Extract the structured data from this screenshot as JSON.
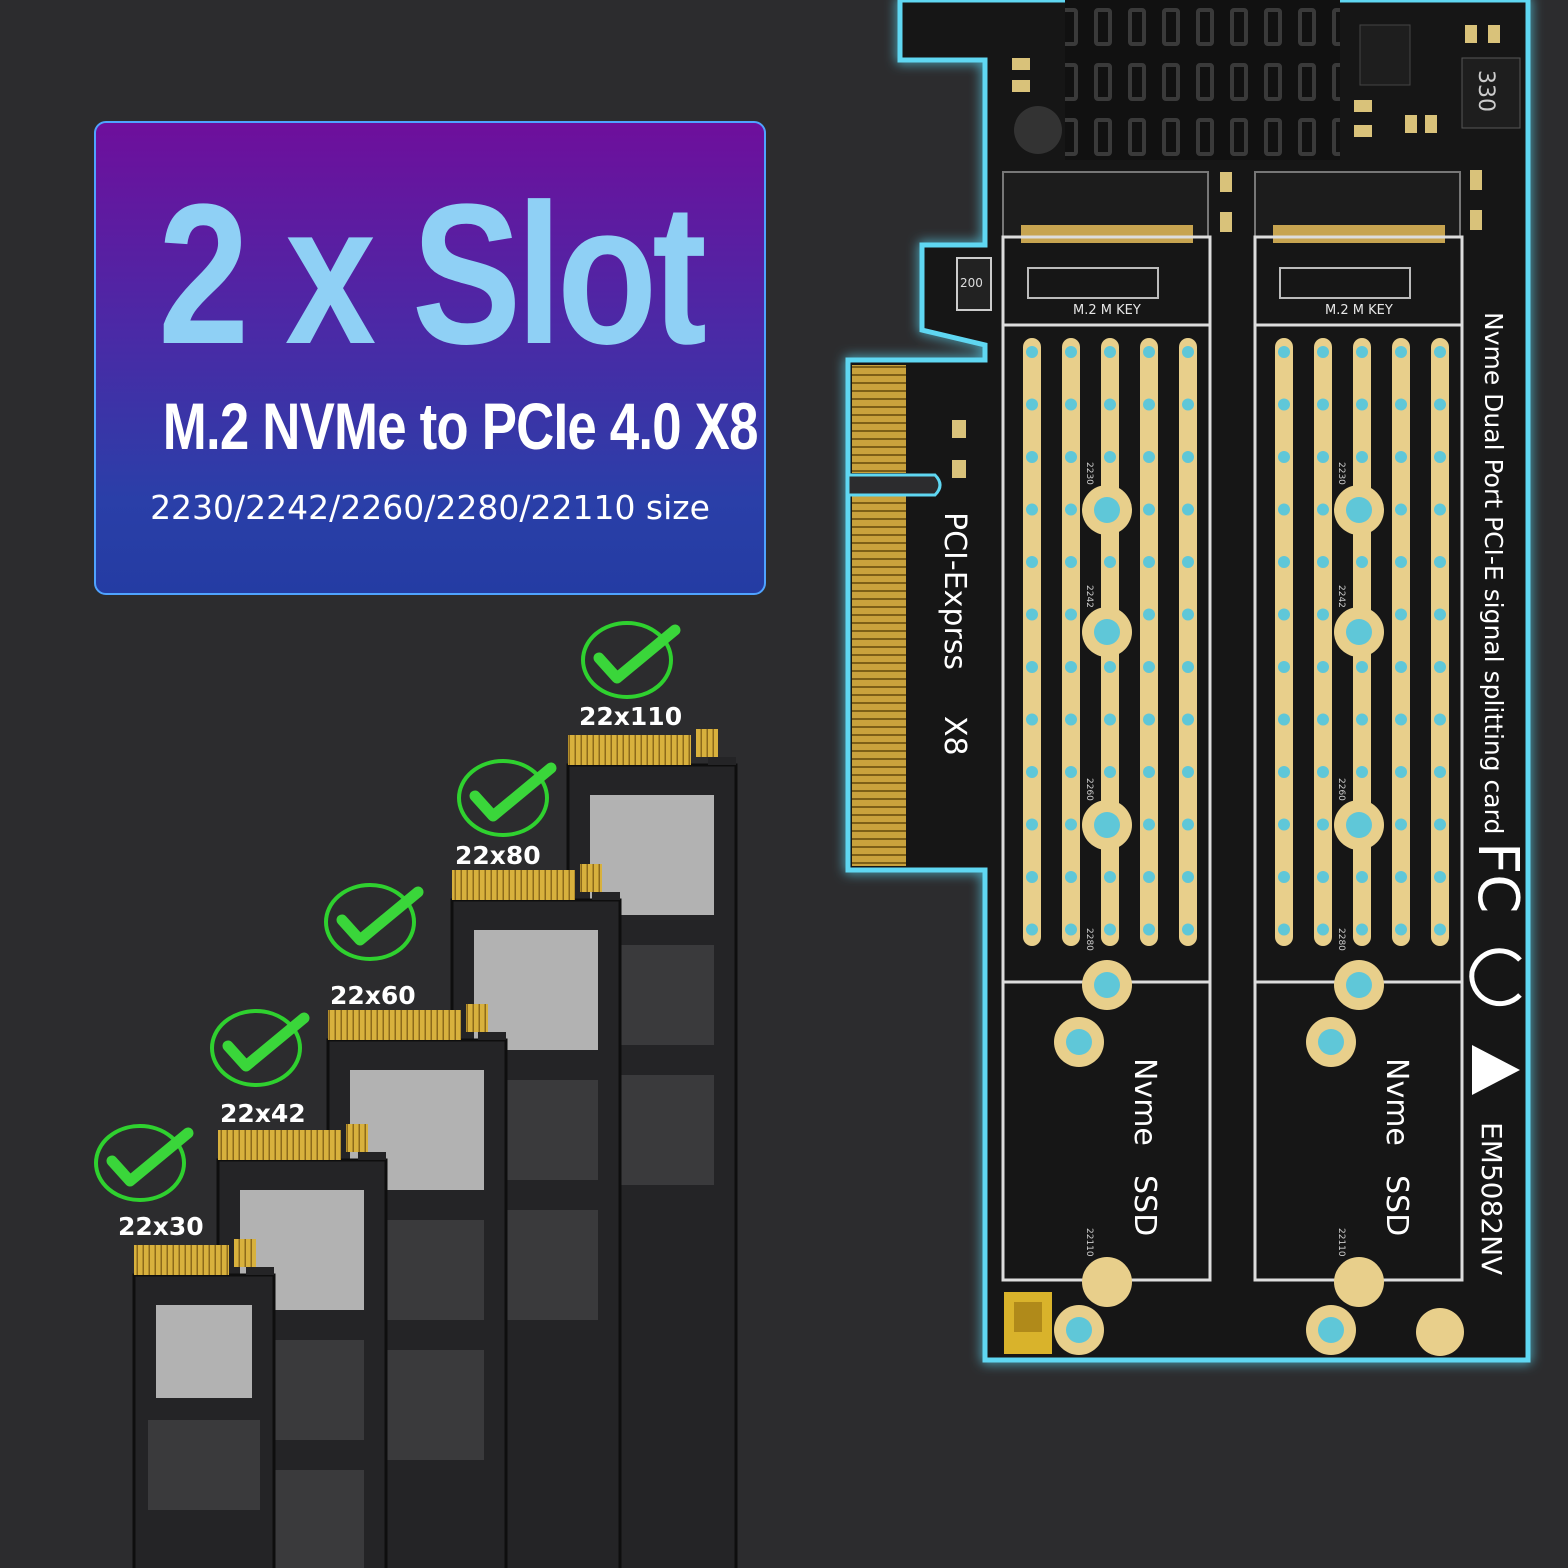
{
  "banner": {
    "title": "2 x Slot",
    "subtitle": "M.2 NVMe to PCIe 4.0 X8",
    "sizes": "2230/2242/2260/2280/22110 size"
  },
  "ssd_sizes": [
    "22x30",
    "22x42",
    "22x60",
    "22x80",
    "22x110"
  ],
  "board": {
    "product_text": "Nvme Dual Port PCI-E signal splitting card",
    "interface_text": "PCI-Exprss",
    "lane_text": "X8",
    "model": "EM5082NV",
    "resistor_label": "200",
    "inductor_label": "330",
    "slot_key_label": "M.2 M KEY",
    "slot_bottom_label_1": "Nvme",
    "slot_bottom_label_2": "SSD",
    "mount_markers": [
      "2230",
      "2242",
      "2260",
      "2280",
      "22110"
    ],
    "cert_marks": [
      "FC",
      "CE"
    ]
  },
  "colors": {
    "background": "#2c2c2e",
    "board": "#141414",
    "glow": "#5fd7f2",
    "gold": "#d9c27a",
    "title": "#8fd0f5",
    "check": "#3ad63a"
  }
}
